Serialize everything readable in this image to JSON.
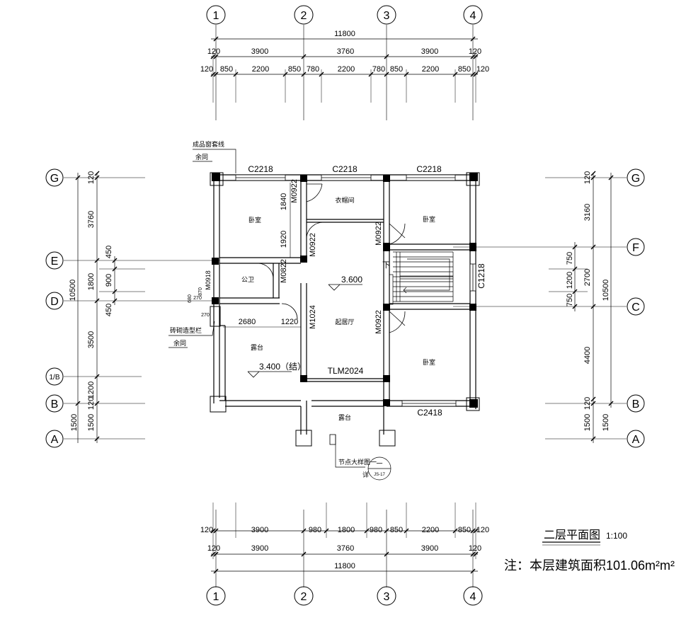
{
  "axes": {
    "vertical": [
      "1",
      "2",
      "3",
      "4"
    ],
    "left": [
      "G",
      "E",
      "D",
      "1/B",
      "B",
      "A"
    ],
    "right": [
      "G",
      "F",
      "C",
      "B",
      "A"
    ]
  },
  "dims_top": {
    "total": "11800",
    "row2": [
      "120",
      "3900",
      "3760",
      "3900",
      "120"
    ],
    "row3": [
      "120",
      "850",
      "2200",
      "850",
      "780",
      "2200",
      "780",
      "850",
      "2200",
      "850",
      "120"
    ]
  },
  "dims_bottom": {
    "row1": [
      "120",
      "3900",
      "980",
      "1800",
      "980",
      "850",
      "2200",
      "850",
      "120"
    ],
    "row2": [
      "120",
      "3900",
      "3760",
      "3900",
      "120"
    ],
    "total": "11800"
  },
  "dims_left": {
    "outer": [
      "120",
      "3760",
      "1800",
      "450",
      "450",
      "3500",
      "1200",
      "120",
      "1500"
    ],
    "total": "10500",
    "inner": [
      "900"
    ]
  },
  "dims_right": {
    "outer": [
      "120",
      "3160",
      "2700",
      "4400",
      "120",
      "1500"
    ],
    "inner": [
      "750",
      "1200",
      "750"
    ],
    "total": "10500"
  },
  "windows": [
    "C2218",
    "C2218",
    "C2218",
    "C2418",
    "C1218",
    "TLM2024"
  ],
  "doors": [
    "M0922",
    "M0922",
    "M0922",
    "M0922",
    "M0822",
    "M1024",
    "M0918"
  ],
  "rooms": {
    "bedroom1": "卧室",
    "closet": "衣帽间",
    "bedroom2": "卧室",
    "wc": "公卫",
    "living": "起居厅",
    "terrace1": "露台",
    "bedroom3": "卧室",
    "terrace2": "露台"
  },
  "levels": [
    "3.600",
    "3.400（结）"
  ],
  "door_dims": [
    "1840",
    "1920",
    "2680",
    "1220"
  ],
  "small_dims": [
    "270",
    "870",
    "270",
    "680"
  ],
  "stair_label": "下",
  "notes": {
    "window_trim": [
      "成品窗套线",
      "余同"
    ],
    "railing": [
      "砖砌造型栏",
      "余同"
    ],
    "detail": "节点大样图一",
    "detail_ref": "详",
    "detail_code": "一",
    "detail_sheet": "JS-17"
  },
  "title": "二层平面图",
  "scale": "1:100",
  "area_note": "注：本层建筑面积101.06m²m²"
}
